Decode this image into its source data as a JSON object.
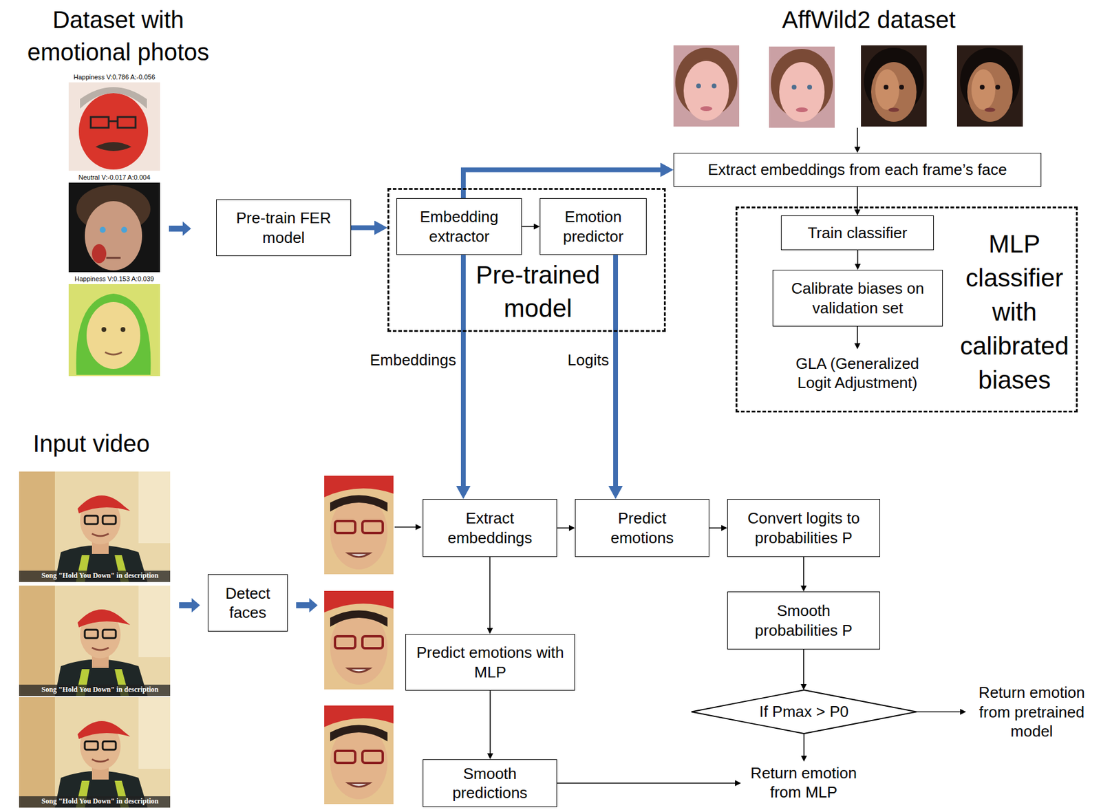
{
  "diagram": {
    "nodes": [
      {
        "text": [
          "Pre-train FER model"
        ]
      },
      {
        "text": [
          "Pre-trained model"
        ]
      },
      {
        "text": [
          "Embedding extractor"
        ],
        "in": 1
      },
      {
        "text": [
          "Emotion predictor"
        ],
        "in": 1
      },
      {
        "text": [
          "Extract embeddings from each frame’s face"
        ]
      },
      {
        "text": [
          "MLP classifier with calibrated biases"
        ]
      },
      {
        "text": [
          "Train classifier"
        ],
        "in": 5
      },
      {
        "text": [
          "Calibrate biases on validation set"
        ],
        "in": 5
      },
      {
        "text": [
          "GLA (Generalized Logit Adjustment)"
        ],
        "in": 5
      },
      {
        "text": [
          "Detect faces"
        ]
      },
      {
        "text": [
          "Extract embeddings"
        ]
      },
      {
        "text": [
          "Predict emotions"
        ]
      },
      {
        "text": [
          "Convert logits to probabilities P"
        ]
      },
      {
        "text": [
          "Predict emotions with MLP"
        ]
      },
      {
        "text": [
          "Smooth probabilities P"
        ]
      },
      {
        "text": [
          "If Pmax > P0"
        ]
      },
      {
        "text": [
          "Smooth predictions"
        ]
      },
      {
        "text": [
          "Return emotion from pretrained model"
        ]
      },
      {
        "text": [
          "Return emotion from MLP"
        ]
      }
    ],
    "edges": [
      {
        "from": 0,
        "to": 1,
        "arrow": "to"
      },
      {
        "from": 2,
        "to": 3,
        "arrow": "to"
      },
      {
        "from": 2,
        "to": 4,
        "arrow": "to"
      },
      {
        "from": 4,
        "to": 6,
        "arrow": "to"
      },
      {
        "from": 6,
        "to": 7,
        "arrow": "to"
      },
      {
        "from": 7,
        "to": 8,
        "arrow": "to"
      },
      {
        "from": 2,
        "to": 10,
        "label": "Embeddings",
        "arrow": "to"
      },
      {
        "from": 3,
        "to": 11,
        "label": "Logits",
        "arrow": "to"
      },
      {
        "from": 10,
        "to": 11,
        "arrow": "to"
      },
      {
        "from": 11,
        "to": 12,
        "arrow": "to"
      },
      {
        "from": 12,
        "to": 14,
        "arrow": "to"
      },
      {
        "from": 10,
        "to": 13,
        "arrow": "to"
      },
      {
        "from": 14,
        "to": 15,
        "arrow": "to"
      },
      {
        "from": 15,
        "to": 17,
        "arrow": "to"
      },
      {
        "from": 15,
        "to": 18,
        "arrow": "to"
      },
      {
        "from": 13,
        "to": 16,
        "arrow": "to"
      },
      {
        "from": 16,
        "to": 18,
        "arrow": "to"
      }
    ],
    "labels": [
      "Dataset with emotional photos",
      "Happiness V:0.786 A:-0.056",
      "Neutral V:-0.017 A:0.004",
      "Happiness V:0.153 A:0.039",
      "AffWild2 dataset",
      "Input video",
      "Song \"Hold You Down\" in description",
      "Song \"Hold You Down\" in description",
      "Song \"Hold You Down\" in description"
    ]
  }
}
